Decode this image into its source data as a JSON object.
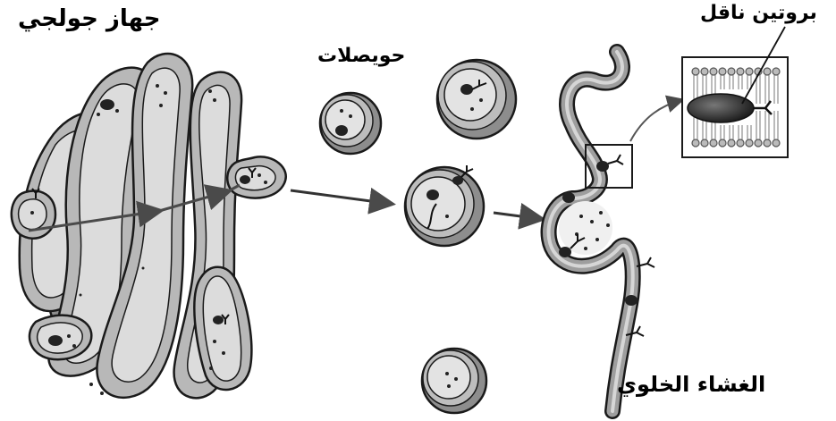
{
  "labels": {
    "golgi": "جهاز جولجي",
    "vesicles": "حويصلات",
    "transport_protein": "بروتين ناقل",
    "cell_membrane": "الغشاء الخلوي"
  },
  "colors": {
    "outline": "#1a1a1a",
    "stack_fill": "#b8b8b8",
    "lumen_fill": "#dcdcdc",
    "vesicle_fill": "#bdbdbd",
    "vesicle_inner": "#e3e3e3",
    "protein_fill": "#333333"
  }
}
